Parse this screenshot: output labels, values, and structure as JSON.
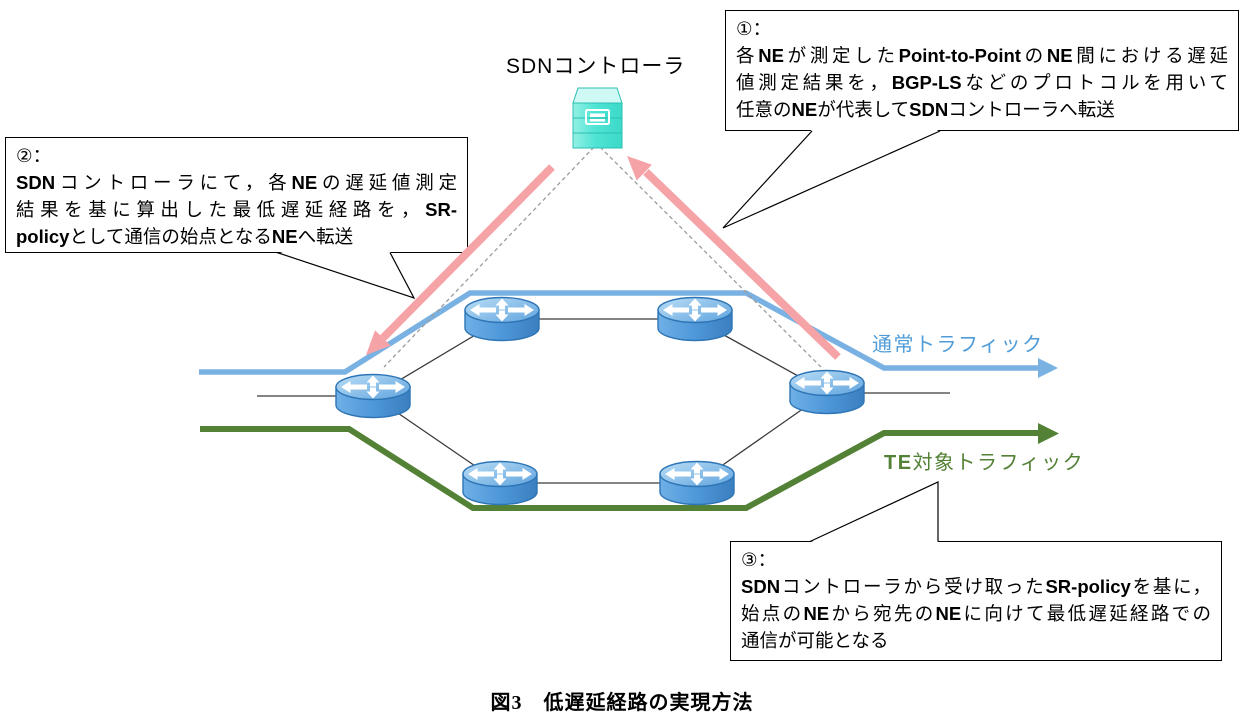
{
  "diagram_title": "SDNコントローラ",
  "caption": "図3　低遅延経路の実現方法",
  "labels": {
    "normal_traffic": "通常トラフィック",
    "te_traffic_bold": "TE",
    "te_traffic_rest": "対象トラフィック"
  },
  "callouts": [
    {
      "title": "①：",
      "lines": [
        [
          {
            "t": "各"
          },
          {
            "t": "NE",
            "b": true
          },
          {
            "t": "が測定した"
          },
          {
            "t": "Point-to-Point",
            "b": true
          },
          {
            "t": "の"
          },
          {
            "t": "NE",
            "b": true
          },
          {
            "t": "間における遅延"
          }
        ],
        [
          {
            "t": "値測定結果を，"
          },
          {
            "t": "BGP-LS",
            "b": true
          },
          {
            "t": "などのプロトコルを用いて"
          }
        ],
        [
          {
            "t": "任意の"
          },
          {
            "t": "NE",
            "b": true
          },
          {
            "t": "が代表して"
          },
          {
            "t": "SDN",
            "b": true
          },
          {
            "t": "コントローラへ転送"
          }
        ]
      ]
    },
    {
      "title": "②：",
      "lines": [
        [
          {
            "t": "SDN",
            "b": true
          },
          {
            "t": "コントローラにて，各"
          },
          {
            "t": "NE",
            "b": true
          },
          {
            "t": "の遅延値測定"
          }
        ],
        [
          {
            "t": "結果を基に算出した最低遅延経路を，"
          },
          {
            "t": "SR-",
            "b": true
          }
        ],
        [
          {
            "t": "policy",
            "b": true
          },
          {
            "t": "として通信の始点となる"
          },
          {
            "t": "NE",
            "b": true
          },
          {
            "t": "へ転送"
          }
        ]
      ]
    },
    {
      "title": "③：",
      "lines": [
        [
          {
            "t": "SDN",
            "b": true
          },
          {
            "t": "コントローラから受け取った"
          },
          {
            "t": "SR-policy",
            "b": true
          },
          {
            "t": "を基に，"
          }
        ],
        [
          {
            "t": "始点の"
          },
          {
            "t": "NE",
            "b": true
          },
          {
            "t": "から宛先の"
          },
          {
            "t": "NE",
            "b": true
          },
          {
            "t": "に向けて最低遅延経路での"
          }
        ],
        [
          {
            "t": "通信が可能となる"
          }
        ]
      ]
    }
  ],
  "icons": {
    "controller": "sdn-server-icon",
    "router": "router-icon"
  },
  "colors": {
    "normal_traffic": "#7AB1E3",
    "normal_traffic_text": "#4F9CD9",
    "te_traffic": "#538135",
    "report_arrow_pink": "#F5A3A6",
    "router_blue": "#4E97D9",
    "router_stroke": "#2E75B6",
    "controller_teal": "#4FE4D4",
    "dashed_link_gray": "#9C9C9C"
  }
}
